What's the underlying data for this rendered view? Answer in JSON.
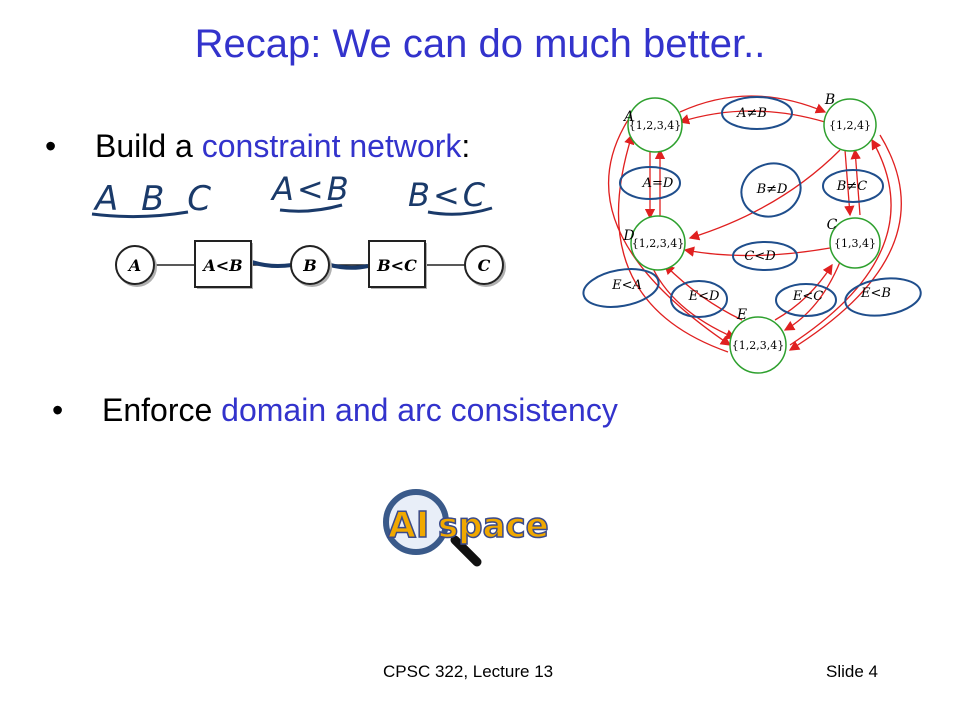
{
  "slide": {
    "title": "Recap: We can do much better..",
    "bullet1": {
      "marker": "•",
      "prefix": "Build a ",
      "highlight": "constraint network",
      "suffix": ":"
    },
    "handwritten": {
      "vars": "A B C",
      "c1": "A<B",
      "c2": "B<C"
    },
    "small_network": {
      "nodes": [
        "A",
        "A<B",
        "B",
        "B<C",
        "C"
      ]
    },
    "big_network": {
      "nodes": [
        {
          "name": "A",
          "domain": "{1,2,3,4}"
        },
        {
          "name": "B",
          "domain": "{1,2,4}"
        },
        {
          "name": "D",
          "domain": "{1,2,3,4}"
        },
        {
          "name": "C",
          "domain": "{1,3,4}"
        },
        {
          "name": "E",
          "domain": "{1,2,3,4}"
        }
      ],
      "constraints": [
        "A≠B",
        "A=D",
        "B≠D",
        "B≠C",
        "C<D",
        "E<A",
        "E<D",
        "E<C",
        "E<B"
      ]
    },
    "bullet2": {
      "marker": "•",
      "prefix": "Enforce ",
      "highlight": "domain and arc consistency"
    },
    "logo": {
      "text_a": "AI",
      "text_b": "space"
    },
    "footer": {
      "course": "CPSC 322, Lecture 13",
      "slide": "Slide 4"
    }
  }
}
